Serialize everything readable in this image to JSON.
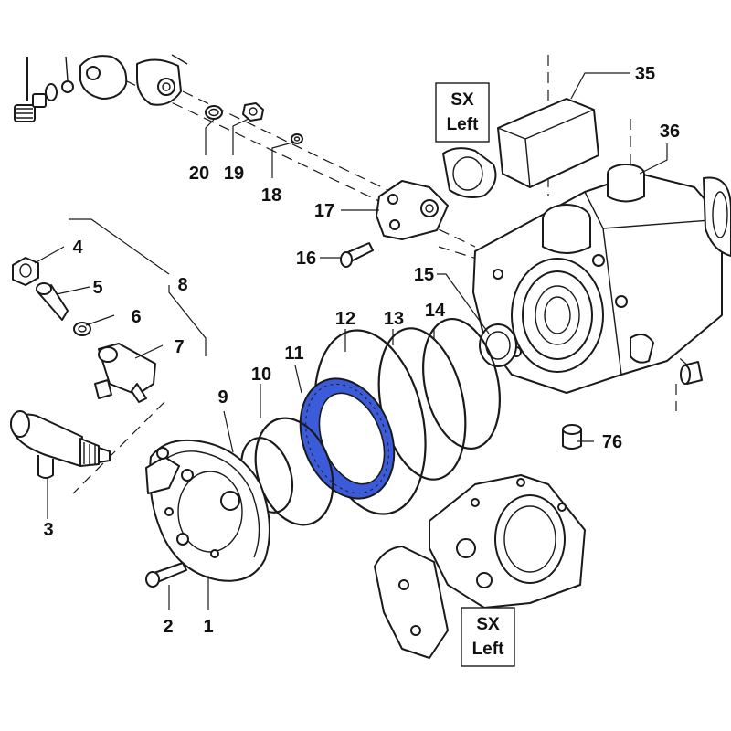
{
  "diagram": {
    "highlight_color": "#3b5bd9",
    "highlighted_part": "11",
    "callouts": {
      "p1": "1",
      "p2": "2",
      "p3": "3",
      "p4": "4",
      "p5": "5",
      "p6": "6",
      "p7": "7",
      "p8": "8",
      "p9": "9",
      "p10": "10",
      "p11": "11",
      "p12": "12",
      "p13": "13",
      "p14": "14",
      "p15": "15",
      "p16": "16",
      "p17": "17",
      "p18": "18",
      "p19": "19",
      "p20": "20",
      "p35": "35",
      "p36": "36",
      "p76": "76"
    },
    "side_box_top": {
      "line1": "SX",
      "line2": "Left"
    },
    "side_box_bottom": {
      "line1": "SX",
      "line2": "Left"
    }
  }
}
